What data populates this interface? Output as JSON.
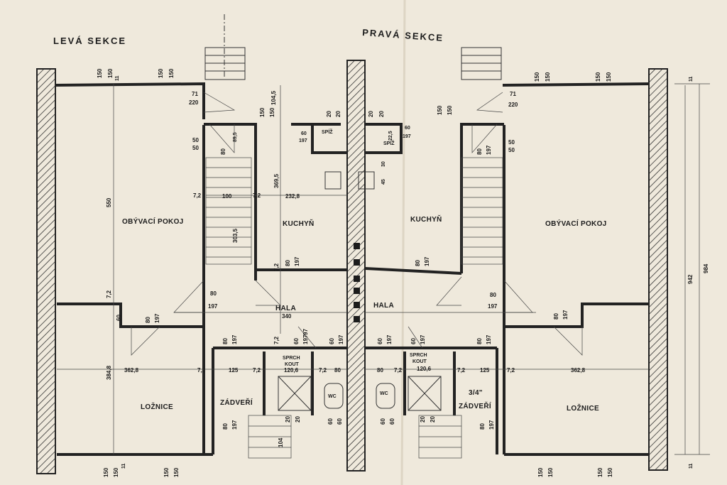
{
  "sections": {
    "left_title": "LEVÁ SEKCE",
    "right_title": "PRAVÁ SEKCE"
  },
  "rooms": {
    "obyvaci_left": "OBÝVACÍ POKOJ",
    "obyvaci_right": "OBÝVACÍ POKOJ",
    "kuchyn_left": "KUCHYŇ",
    "kuchyn_right": "KUCHYŇ",
    "hala_left": "HALA",
    "hala_right": "HALA",
    "loznice_left": "LOŽNICE",
    "loznice_right": "LOŽNICE",
    "zadveri_left": "ZÁDVEŘÍ",
    "zadveri_right": "ZÁDVEŘÍ",
    "spiz_left": "SPÍŽ",
    "spiz_right": "SPÍŽ",
    "sprch_line1": "SPRCH",
    "sprch_line2": "KOUT",
    "wc": "WC"
  },
  "dims": {
    "d150": "150",
    "d11": "11",
    "d71": "71",
    "d220": "220",
    "d104_5": "104,5",
    "d20": "20",
    "d60": "60",
    "d197": "197",
    "d50": "50",
    "d80": "80",
    "d89_5": "89,5",
    "d22_5": "22,5",
    "d45": "45",
    "d30": "30",
    "d550": "550",
    "d7_2": "7,2",
    "d100": "100",
    "d232_8": "232,8",
    "d369_5": "369,5",
    "d303_5": "303,5",
    "d340": "340",
    "d97": "97",
    "d384_8": "384,8",
    "d362_8": "362,8",
    "d125": "125",
    "d120_6": "120,6",
    "d104": "104",
    "d942": "942",
    "d984": "984",
    "d3_4": "3/4\""
  }
}
